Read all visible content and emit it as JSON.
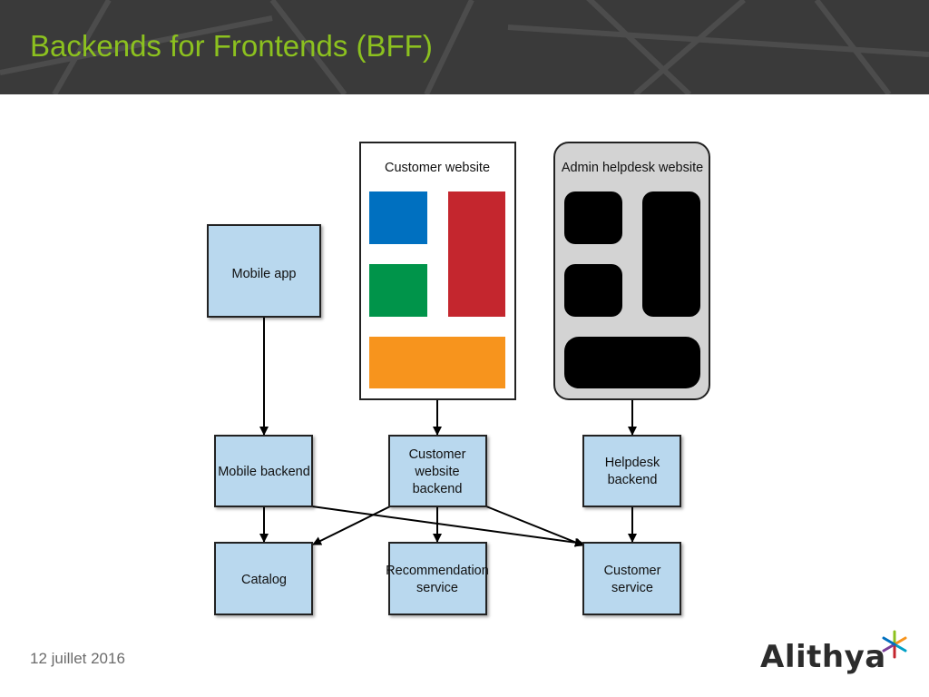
{
  "slide": {
    "title": "Backends for Frontends (BFF)",
    "date": "12 juillet 2016",
    "logo_text": "Alithya"
  },
  "colors": {
    "header_bg": "#3a3a3a",
    "title": "#8cc11f",
    "service_box": "#b9d8ee",
    "blue": "#0070c0",
    "red": "#c4262e",
    "green": "#00944a",
    "orange": "#f7941d",
    "admin_bg": "#d3d3d3"
  },
  "diagram": {
    "mobile_app": "Mobile app",
    "customer_website": "Customer website",
    "admin_helpdesk_website": "Admin helpdesk website",
    "mobile_backend": "Mobile backend",
    "customer_website_backend": [
      "Customer",
      "website",
      "backend"
    ],
    "helpdesk_backend": [
      "Helpdesk",
      "backend"
    ],
    "catalog": "Catalog",
    "recommendation_service": [
      "Recommendation",
      "service"
    ],
    "customer_service": [
      "Customer",
      "service"
    ]
  }
}
